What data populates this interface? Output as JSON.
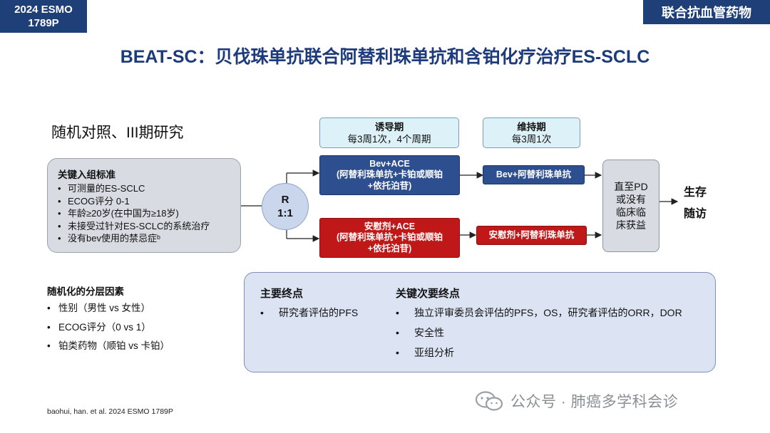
{
  "corner_left": {
    "line1": "2024 ESMO",
    "line2": "1789P"
  },
  "corner_right": "联合抗血管药物",
  "title": "BEAT-SC：贝伐珠单抗联合阿替利珠单抗和含铂化疗治疗ES-SCLC",
  "subtitle": "随机对照、III期研究",
  "criteria": {
    "title": "关键入组标准",
    "items": [
      "可测量的ES-SCLC",
      "ECOG评分 0-1",
      "年龄≥20岁(在中国为≥18岁)",
      "未接受过针对ES-SCLC的系统治疗",
      "没有bev使用的禁忌症ᵇ"
    ]
  },
  "randomization": {
    "line1": "R",
    "line2": "1:1"
  },
  "phases": {
    "induction": {
      "title": "诱导期",
      "detail": "每3周1次，4个周期"
    },
    "maintenance": {
      "title": "维持期",
      "detail": "每3周1次"
    }
  },
  "arms": {
    "blue": {
      "induction": [
        "Bev+ACE",
        "(阿替利珠单抗+卡铂或顺铂",
        "+依托泊苷)"
      ],
      "maintenance": "Bev+阿替利珠单抗"
    },
    "red": {
      "induction": [
        "安慰剂+ACE",
        "(阿替利珠单抗+卡铂或顺铂",
        "+依托泊苷)"
      ],
      "maintenance": "安慰剂+阿替利珠单抗"
    }
  },
  "until_box": [
    "直至PD",
    "或没有",
    "临床临",
    "床获益"
  ],
  "followup": [
    "生存",
    "随访"
  ],
  "stratification": {
    "title": "随机化的分层因素",
    "items": [
      "性别（男性 vs 女性）",
      "ECOG评分（0 vs 1）",
      "铂类药物（顺铂 vs 卡铂）"
    ]
  },
  "endpoints": {
    "primary_title": "主要终点",
    "primary": [
      "研究者评估的PFS"
    ],
    "secondary_title": "关键次要终点",
    "secondary": [
      "独立评审委员会评估的PFS，OS，研究者评估的ORR，DOR",
      "安全性",
      "亚组分析"
    ]
  },
  "footer": "baohui, han. et al. 2024 ESMO 1789P",
  "watermark": "公众号 · 肺癌多学科会诊",
  "colors": {
    "navy": "#1f3f78",
    "blue_arm": "#2e4f8f",
    "red_arm": "#c01818"
  }
}
